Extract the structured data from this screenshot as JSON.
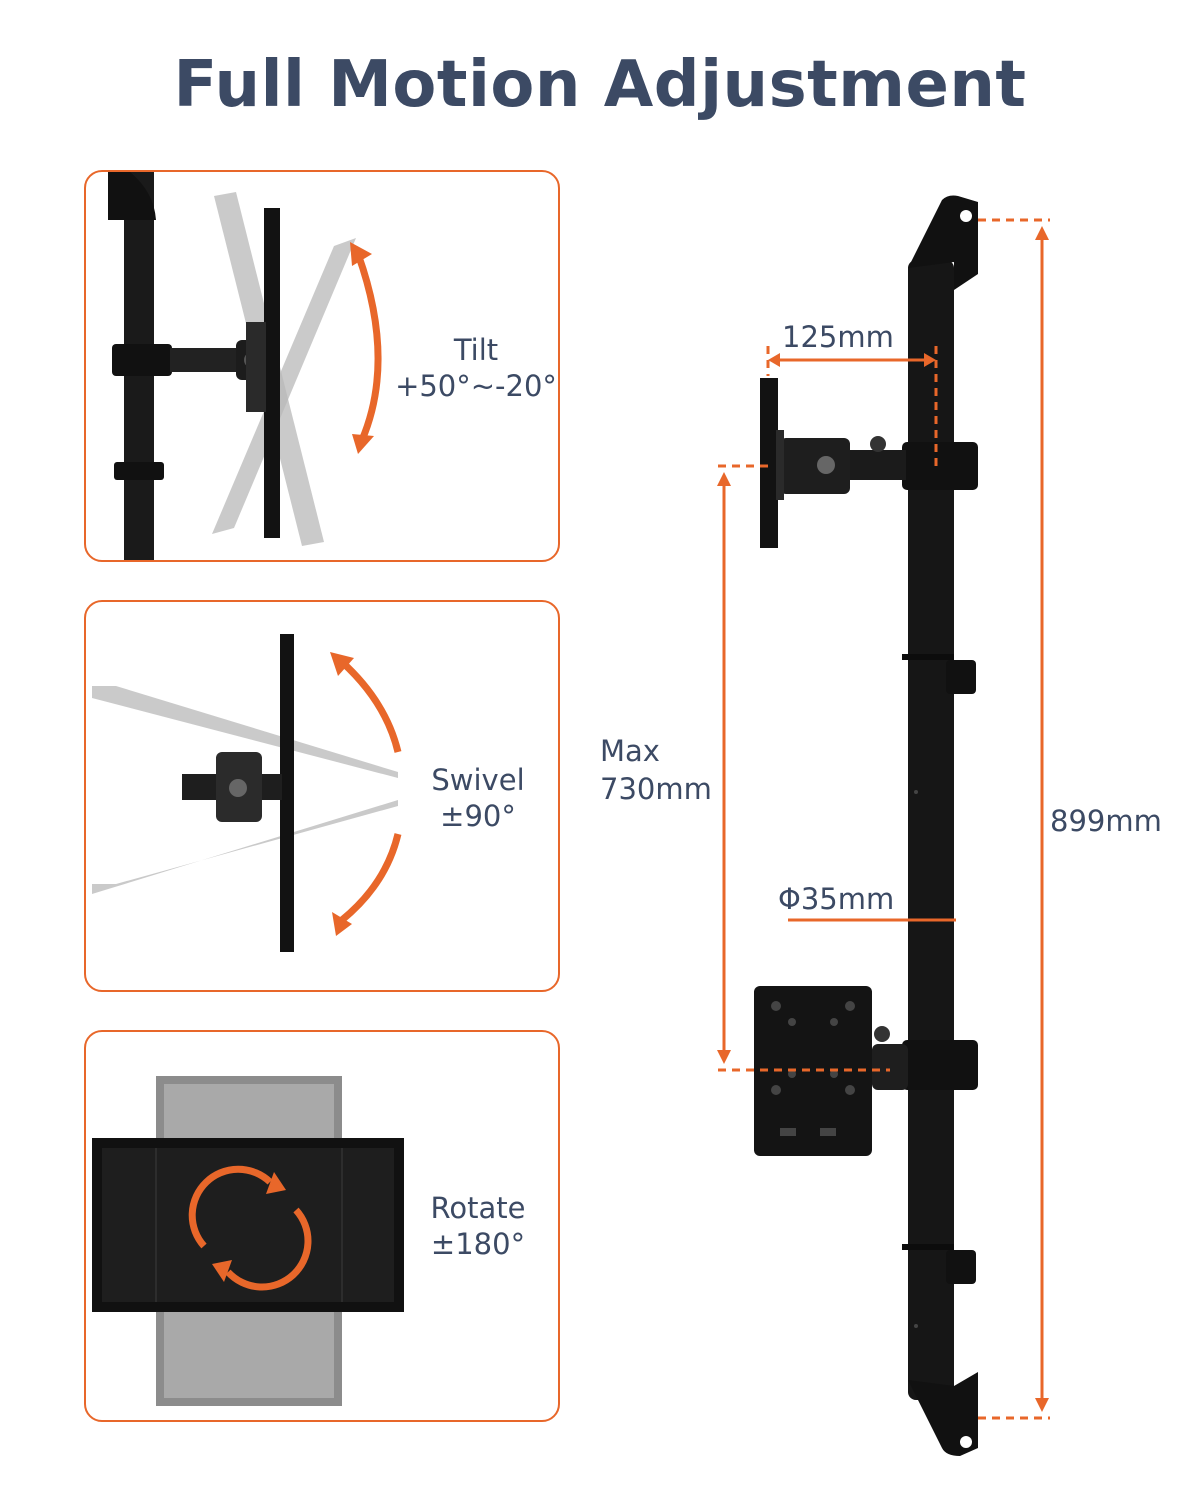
{
  "title": "Full Motion Adjustment",
  "panels": [
    {
      "label": "Tilt",
      "value": "+50°~-20°",
      "icon": "tilt-arc-arrow-icon"
    },
    {
      "label": "Swivel",
      "value": "±90°",
      "icon": "swivel-arc-arrows-icon"
    },
    {
      "label": "Rotate",
      "value": "±180°",
      "icon": "rotate-circular-arrows-icon"
    }
  ],
  "dimensions": {
    "arm_depth": "125mm",
    "max_height_label": "Max",
    "max_height": "730mm",
    "pole_diameter": "Φ35mm",
    "total_height": "899mm"
  },
  "colors": {
    "accent": "#e8672a",
    "text": "#3c4a64",
    "metal": "#161616"
  }
}
